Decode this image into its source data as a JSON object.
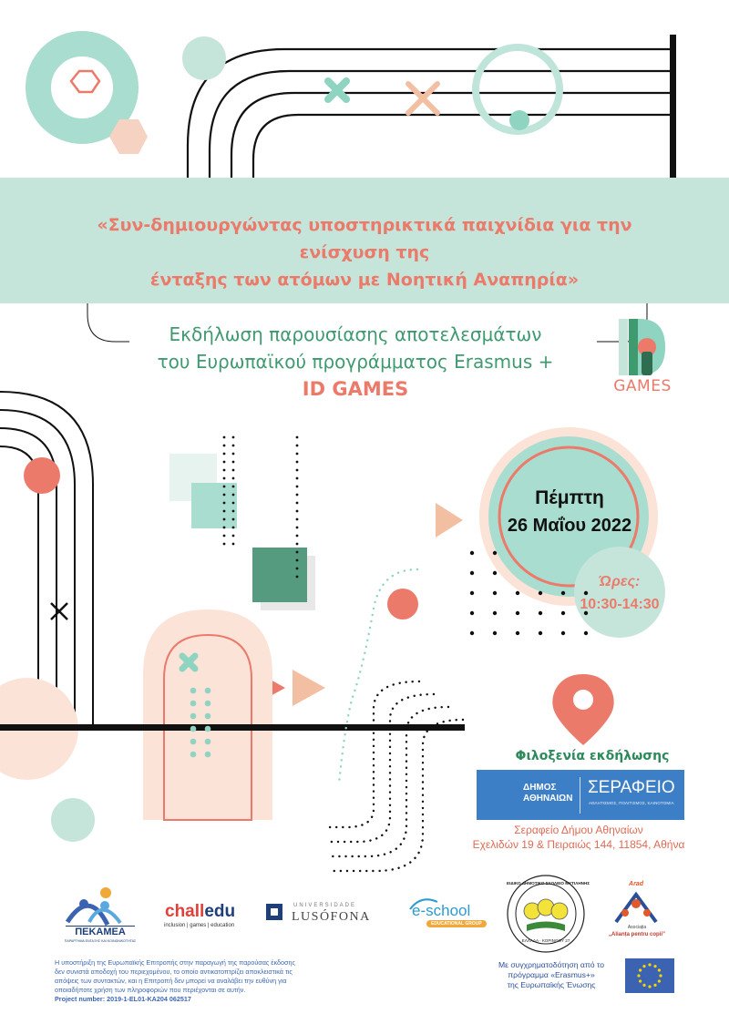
{
  "banner": {
    "title_line1": "«Συν-δημιουργώντας υποστηρικτικά παιχνίδια για την ενίσχυση της",
    "title_line2": "ένταξης των ατόμων με Νοητική Αναπηρία»"
  },
  "event": {
    "line1": "Εκδήλωση παρουσίασης αποτελεσμάτων",
    "line2": "του Ευρωπαϊκού προγράμματος Erasmus +",
    "program": "ID GAMES"
  },
  "id_games_logo": {
    "letter": "D",
    "label": "GAMES"
  },
  "date": {
    "day": "Πέμπτη",
    "full": "26 Μαΐου 2022"
  },
  "hours": {
    "label": "Ώρες:",
    "value": "10:30-14:30"
  },
  "host": {
    "label": "Φιλοξενία εκδήλωσης",
    "dimos_line1": "ΔΗΜΟΣ",
    "dimos_line2": "ΑΘΗΝΑΙΩΝ",
    "name": "ΣΕΡΑΦΕΙΟ",
    "subtitle": "ΑΘΛΗΤΙΣΜΟΣ, ΠΟΛΙΤΙΣΜΟΣ, ΚΑΙΝΟΤΟΜΙΑ",
    "venue_line1": "Σεραφείο Δήμου Αθηναίων",
    "venue_line2": "Εχελιδών 19 & Πειραιώς 144, 11854, Αθήνα"
  },
  "partners": {
    "pekamea": "ΠΕΚΑΜΕΑ",
    "pekamea_sub": "ΠΑΡΑΡΤΗΜΑ ΕΝΤΑΞΗΣ ΚΑΙ ΚΟΙΝΩΝΙΚΟΤΗΤΑΣ",
    "challedu_chall": "chall",
    "challedu_edu": "edu",
    "challedu_sub": "inclusion | games | education",
    "lusofona_top": "UNIVERSIDADE",
    "lusofona": "LUSÓFONA",
    "eschool": "e-school",
    "eschool_sub": "EDUCATIONAL GROUP",
    "school_ring": "ΕΙΔΙΚΟ ΔΗΜΟΤΙΚΟ ΣΧΟΛΕΙΟ ΜΥΤΙΛΗΝΗΣ",
    "school_sub": "ΕΛΛΑΔΑ · ΚΟΡΙΝΘΟΥ 27",
    "arad_name": "Arad",
    "arad_asoc": "Asociația",
    "arad_sub": "„Alianța pentru copii”"
  },
  "disclaimer": {
    "line1": "Η υποστήριξη της Ευρωπαϊκής Επιτροπής στην παραγωγή της παρούσας έκδοσης",
    "line2": "δεν συνιστά αποδοχή του περιεχομένου, το οποίο αντικατοπτρίζει αποκλειστικά τις",
    "line3": "απόψεις των συντακτών, και η Επιτροπή δεν μπορεί να αναλάβει την ευθύνη για",
    "line4": "οποιαδήποτε χρήση των πληροφοριών που περιέχονται σε αυτήν.",
    "project": "Project number: 2019-1-EL01-KA204 062517"
  },
  "cofund": {
    "line1": "Με συγχρηματοδότηση από το",
    "line2": "πρόγραμμα «Erasmus+»",
    "line3": "της Ευρωπαϊκής Ένωσης"
  },
  "colors": {
    "mint": "#c5e5db",
    "teal": "#8fd3c1",
    "green": "#3f9a6f",
    "coral": "#ec7a6a",
    "peach": "#f3bfa3",
    "eu_blue": "#3b63b1",
    "host_blue": "#3d7fc6"
  },
  "icons": [
    "location-pin-icon",
    "eu-flag-icon",
    "cross-icon",
    "play-triangle-icon"
  ]
}
